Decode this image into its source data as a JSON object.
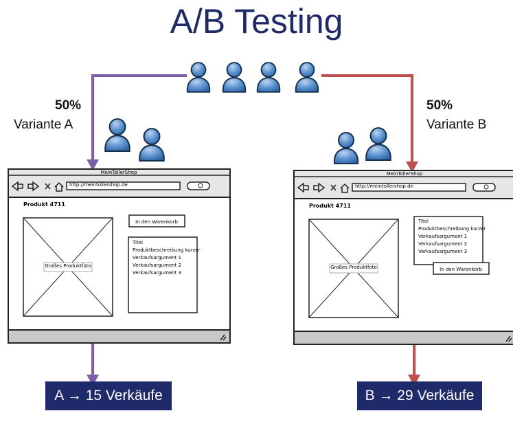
{
  "title": "A/B Testing",
  "left": {
    "percent": "50%",
    "variant": "Variante A",
    "result": "A → 15 Verkäufe",
    "arrow_color": "#7b5ea7"
  },
  "right": {
    "percent": "50%",
    "variant": "Variante B",
    "result": "B → 29 Verkäufe",
    "arrow_color": "#c0504d"
  },
  "mockup": {
    "window_title": "MeinTollerShop",
    "url": "http://meintollershop.de",
    "product": "Produkt 4711",
    "image_label": "Großes Produktfoto",
    "cart_button": "In den Warenkorb",
    "info_lines": [
      "Titel",
      "Produktbeschreibung kurzer",
      "Verkaufsargument 1",
      "Verkaufsargument 2",
      "Verkaufsargument 3"
    ]
  },
  "colors": {
    "title": "#1f2a6b",
    "person": "#4a86c8",
    "result_box": "#1f2a6b"
  },
  "icons": [
    "person-icon",
    "back-arrow-icon",
    "forward-arrow-icon",
    "close-icon",
    "home-icon",
    "search-icon",
    "resize-grip-icon"
  ]
}
